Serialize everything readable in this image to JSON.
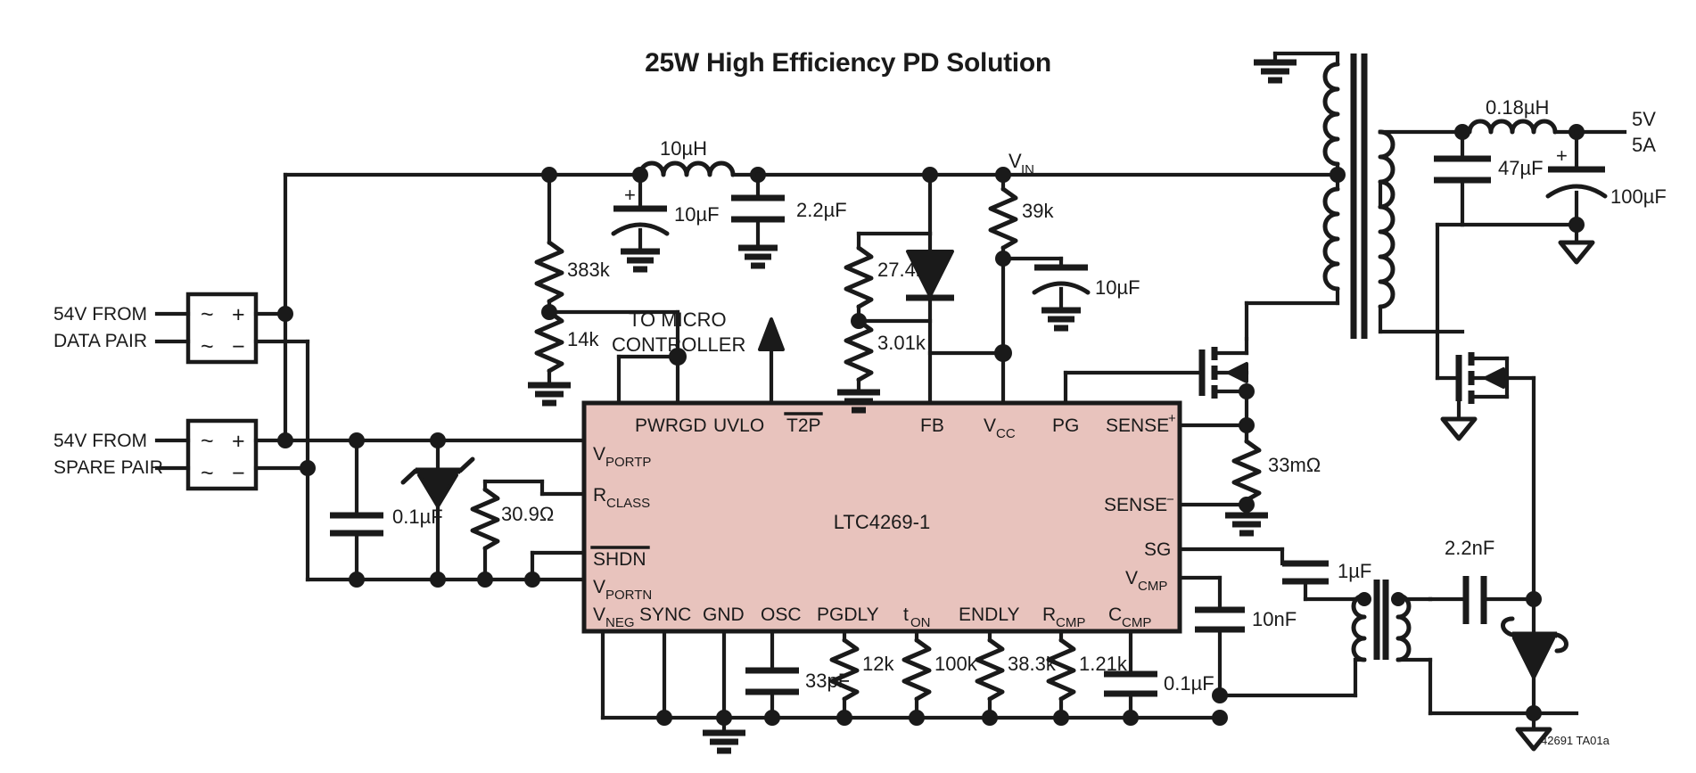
{
  "title": "25W High Efficiency PD Solution",
  "doc_id": "42691 TA01a",
  "ic": {
    "name": "LTC4269-1",
    "fill_color": "#e8c3bd",
    "pins_top": [
      "PWRGD",
      "UVLO",
      "T2P",
      "FB",
      "V",
      "PG",
      "SENSE"
    ],
    "pins_top_labels": {
      "pwrgd": "PWRGD",
      "uvlo": "UVLO",
      "t2p": "T2P",
      "fb": "FB",
      "vcc": "V",
      "vcc_sub": "CC",
      "pg": "PG",
      "sense_p": "SENSE",
      "sense_p_sup": "+"
    },
    "pins_left": {
      "vportp": "V",
      "vportp_sub": "PORTP",
      "rclass": "R",
      "rclass_sub": "CLASS",
      "shdn": "SHDN",
      "vportn": "V",
      "vportn_sub": "PORTN"
    },
    "pins_right": {
      "sense_n": "SENSE",
      "sense_n_sup": "−",
      "sg": "SG",
      "vcmp": "V",
      "vcmp_sub": "CMP"
    },
    "pins_bottom": {
      "vneg": "V",
      "vneg_sub": "NEG",
      "sync": "SYNC",
      "gnd": "GND",
      "osc": "OSC",
      "pgdly": "PGDLY",
      "ton": "t",
      "ton_sub": "ON",
      "endly": "ENDLY",
      "rcmp": "R",
      "rcmp_sub": "CMP",
      "ccmp": "C",
      "ccmp_sub": "CMP"
    }
  },
  "sources": {
    "data_pair_line1": "54V FROM",
    "data_pair_line2": "DATA PAIR",
    "spare_pair_line1": "54V FROM",
    "spare_pair_line2": "SPARE PAIR",
    "bridge_ac": "~",
    "bridge_plus": "+",
    "bridge_minus": "−"
  },
  "annotations": {
    "to_micro_line1": "TO MICRO",
    "to_micro_line2": "CONTROLLER",
    "vin": "V",
    "vin_sub": "IN",
    "out_voltage": "5V",
    "out_current": "5A"
  },
  "components": {
    "r_383k": "383k",
    "r_14k": "14k",
    "l_10uh": "10µH",
    "c_10uf_in": "10µF",
    "c_10uf_in_polarity": "+",
    "c_2u2f": "2.2µF",
    "r_27k4": "27.4k",
    "r_3k01": "3.01k",
    "r_39k": "39k",
    "c_10uf_vcc": "10µF",
    "c_0u1f_input": "0.1µF",
    "r_30r9": "30.9Ω",
    "c_33pf": "33pF",
    "r_12k": "12k",
    "r_100k": "100k",
    "r_38k3": "38.3k",
    "r_1k21": "1.21k",
    "c_0u1f_ccmp": "0.1µF",
    "c_10nf": "10nF",
    "c_1uf": "1µF",
    "c_2n2f": "2.2nF",
    "r_33mohm": "33mΩ",
    "l_0u18uh": "0.18µH",
    "c_47uf": "47µF",
    "c_100uf": "100µF",
    "c_100uf_polarity": "+"
  }
}
